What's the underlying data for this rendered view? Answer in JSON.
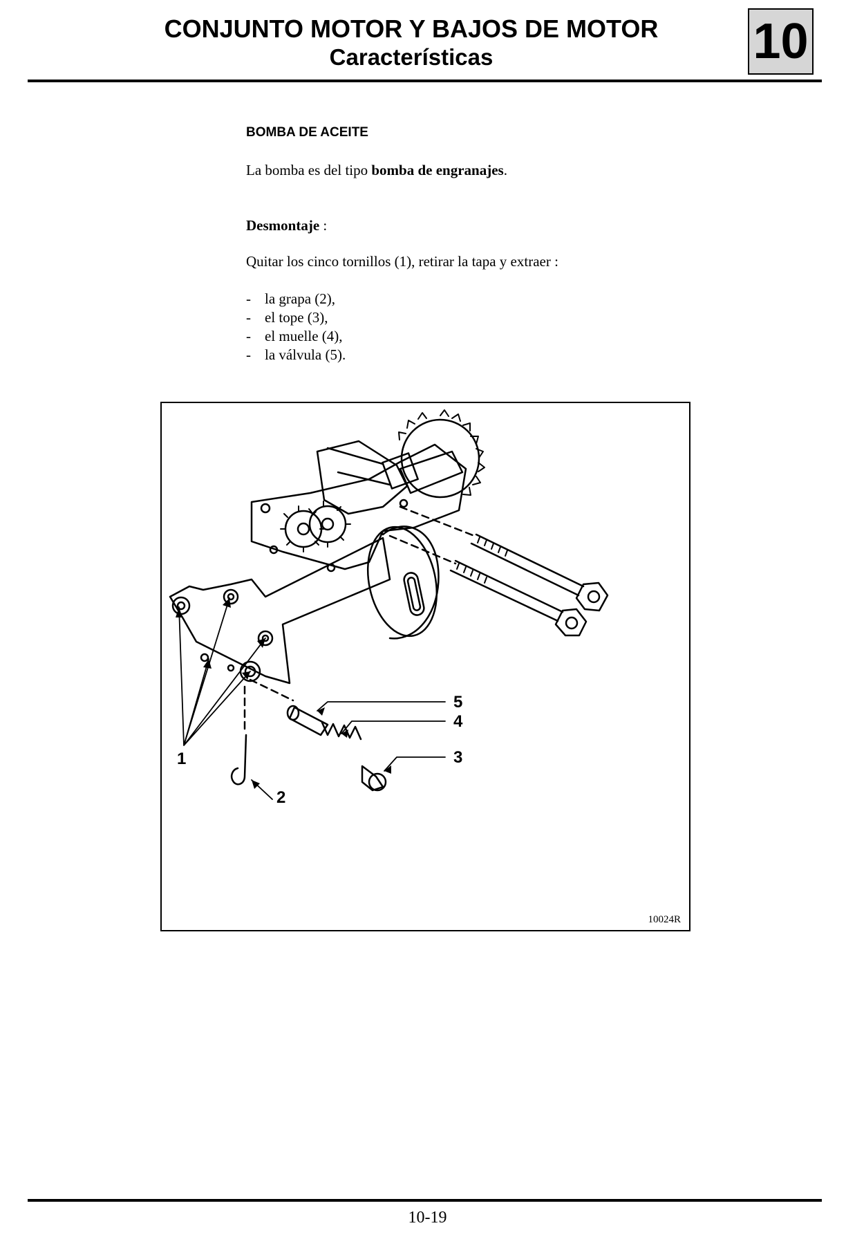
{
  "header": {
    "title": "CONJUNTO MOTOR Y BAJOS DE MOTOR",
    "subtitle": "Características",
    "chapter": "10"
  },
  "section": {
    "title": "BOMBA DE ACEITE",
    "intro_prefix": "La bomba es del tipo ",
    "intro_bold": "bomba de engranajes",
    "intro_suffix": ".",
    "subheading": "Desmontaje",
    "subheading_suffix": " :",
    "instruction": "Quitar los cinco tornillos (1), retirar la tapa y extraer :",
    "steps": [
      "la grapa (2),",
      "el tope (3),",
      "el muelle (4),",
      "la válvula (5)."
    ],
    "dash": "-"
  },
  "figure": {
    "code": "10024R",
    "callouts": [
      "1",
      "2",
      "3",
      "4",
      "5"
    ]
  },
  "footer": {
    "page": "10-19"
  }
}
